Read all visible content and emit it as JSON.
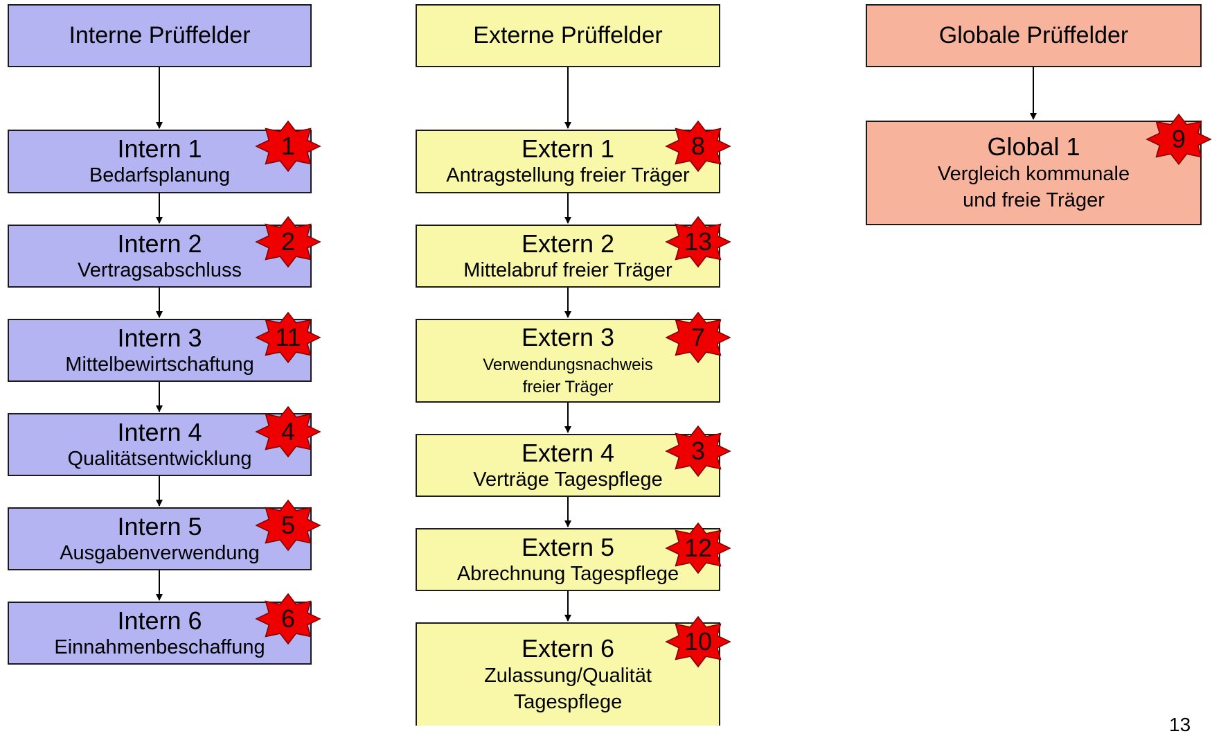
{
  "columns": {
    "intern": {
      "header": "Interne Prüffelder",
      "nodes": [
        {
          "title": "Intern 1",
          "subtitle": "Bedarfsplanung",
          "badge": "1"
        },
        {
          "title": "Intern 2",
          "subtitle": "Vertragsabschluss",
          "badge": "2"
        },
        {
          "title": "Intern 3",
          "subtitle": "Mittelbewirtschaftung",
          "badge": "11"
        },
        {
          "title": "Intern 4",
          "subtitle": "Qualitätsentwicklung",
          "badge": "4"
        },
        {
          "title": "Intern 5",
          "subtitle": "Ausgabenverwendung",
          "badge": "5"
        },
        {
          "title": "Intern 6",
          "subtitle": "Einnahmenbeschaffung",
          "badge": "6"
        }
      ]
    },
    "extern": {
      "header": "Externe Prüffelder",
      "nodes": [
        {
          "title": "Extern 1",
          "subtitle": "Antragstellung freier Träger",
          "badge": "8"
        },
        {
          "title": "Extern 2",
          "subtitle": "Mittelabruf freier Träger",
          "badge": "13"
        },
        {
          "title": "Extern 3",
          "subtitle_line1": "Verwendungsnachweis",
          "subtitle_line2": "freier Träger",
          "badge": "7"
        },
        {
          "title": "Extern 4",
          "subtitle": "Verträge Tagespflege",
          "badge": "3"
        },
        {
          "title": "Extern 5",
          "subtitle": "Abrechnung Tagespflege",
          "badge": "12"
        },
        {
          "title": "Extern 6",
          "subtitle_line1": "Zulassung/Qualität",
          "subtitle_line2": "Tagespflege",
          "badge": "10"
        }
      ]
    },
    "global": {
      "header": "Globale Prüffelder",
      "nodes": [
        {
          "title": "Global 1",
          "subtitle_line1": "Vergleich kommunale",
          "subtitle_line2": "und freie Träger",
          "badge": "9"
        }
      ]
    }
  },
  "page_number": "13",
  "colors": {
    "intern": "#b4b4f2",
    "extern": "#f8f8a8",
    "global": "#f7b39b",
    "badge": "#ee0000"
  }
}
